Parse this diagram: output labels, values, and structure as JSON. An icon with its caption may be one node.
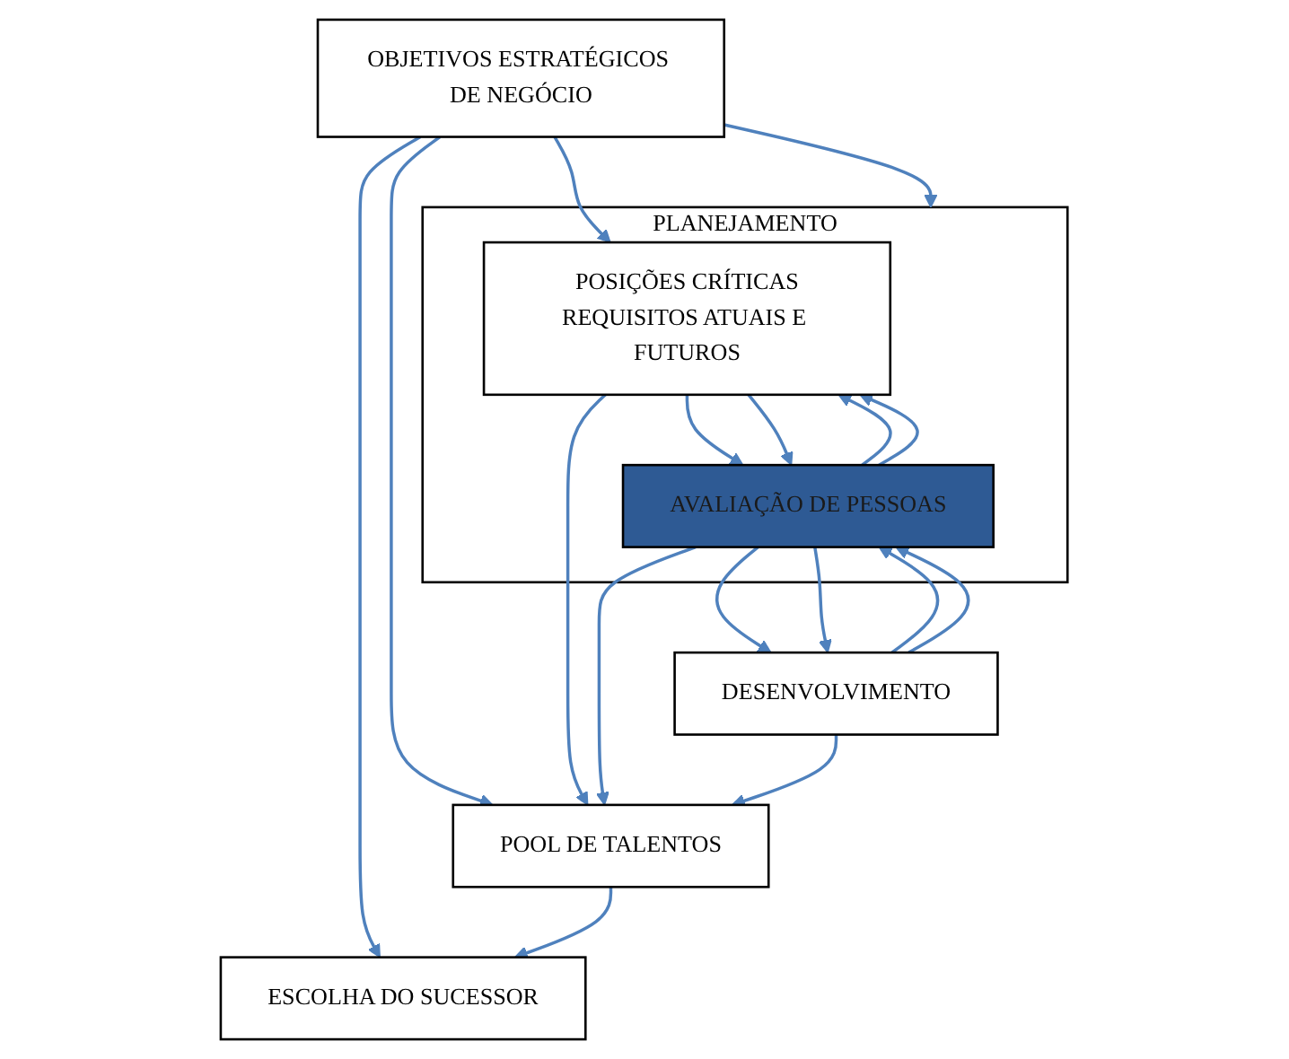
{
  "diagram": {
    "nodes": [
      {
        "text": [
          "OBJETIVOS ESTRATÉGICOS DE NEGÓCIO"
        ]
      },
      {
        "text": [
          "PLANEJAMENTO"
        ]
      },
      {
        "text": [
          "POSIÇÕES CRÍTICAS",
          "REQUISITOS ATUAIS E FUTUROS"
        ],
        "in": 1
      },
      {
        "text": [
          "AVALIAÇÃO DE PESSOAS"
        ],
        "in": 1
      },
      {
        "text": [
          "DESENVOLVIMENTO"
        ]
      },
      {
        "text": [
          "POOL DE TALENTOS"
        ]
      },
      {
        "text": [
          "ESCOLHA DO SUCESSOR"
        ]
      }
    ],
    "edges": [
      {
        "from": 0,
        "to": 1,
        "arrow": "to"
      },
      {
        "from": 0,
        "to": 2,
        "arrow": "to"
      },
      {
        "from": 0,
        "to": 5,
        "arrow": "to"
      },
      {
        "from": 0,
        "to": 6,
        "arrow": "to"
      },
      {
        "from": 2,
        "to": 5,
        "arrow": "to"
      },
      {
        "from": 2,
        "to": 3,
        "arrow": "to"
      },
      {
        "from": 3,
        "to": 2,
        "arrow": "to"
      },
      {
        "from": 2,
        "to": 3,
        "arrow": "to"
      },
      {
        "from": 3,
        "to": 2,
        "arrow": "to"
      },
      {
        "from": 3,
        "to": 5,
        "arrow": "to"
      },
      {
        "from": 3,
        "to": 4,
        "arrow": "to"
      },
      {
        "from": 4,
        "to": 3,
        "arrow": "to"
      },
      {
        "from": 3,
        "to": 4,
        "arrow": "to"
      },
      {
        "from": 4,
        "to": 3,
        "arrow": "to"
      },
      {
        "from": 4,
        "to": 5,
        "arrow": "to"
      },
      {
        "from": 5,
        "to": 6,
        "arrow": "to"
      }
    ]
  }
}
